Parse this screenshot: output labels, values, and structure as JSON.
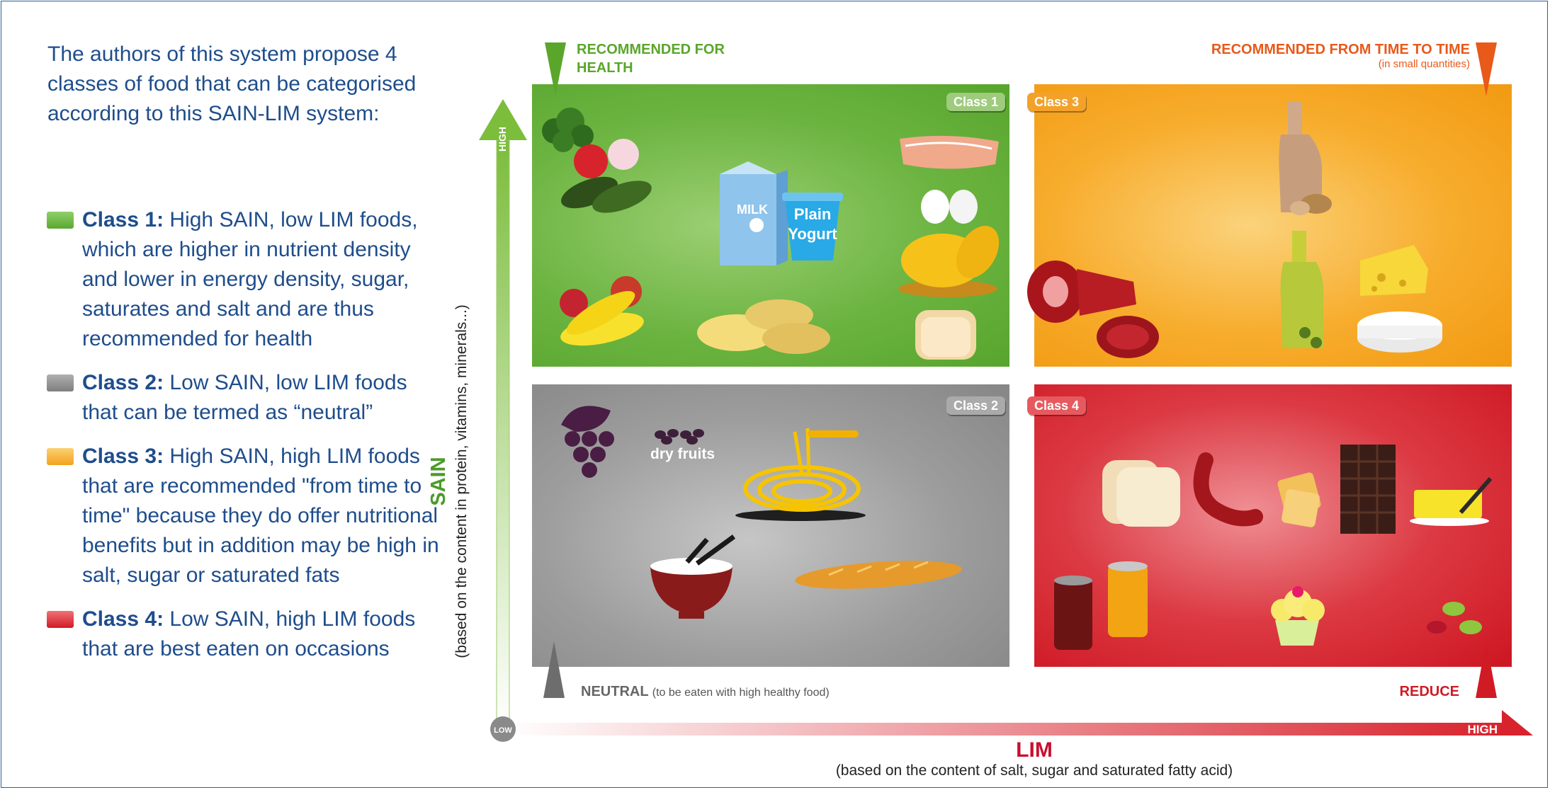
{
  "intro": "The authors of this system propose 4 classes of food that can be categorised according to this SAIN-LIM system:",
  "legend": [
    {
      "name": "Class 1:",
      "text": "High SAIN, low LIM foods, which are higher in nutrient density and lower in energy density, sugar, saturates and salt and are thus recommended for health",
      "color": "#6cb441"
    },
    {
      "name": "Class 2:",
      "text": "Low SAIN, low LIM foods that can be termed as “neutral”",
      "color": "#8c8c8c"
    },
    {
      "name": "Class 3:",
      "text": "High SAIN, high LIM foods that are recommended \"from time to time\" because they do offer nutritional benefits but in addition may be high in salt, sugar or saturated fats",
      "color": "#f5a623"
    },
    {
      "name": "Class 4:",
      "text": "Low SAIN, high LIM foods that are best eaten on occasions",
      "color": "#d8232d"
    }
  ],
  "axes": {
    "y_title": "SAIN",
    "y_sub": "(based on the content in protein, vitamins, minerals...)",
    "y_high": "HIGH",
    "origin": "LOW",
    "x_title": "LIM",
    "x_sub": "(based on the content of salt, sugar and saturated fatty acid)",
    "x_high": "HIGH"
  },
  "corners": {
    "top_left": "RECOMMENDED FOR HEALTH",
    "top_right": "RECOMMENDED FROM TIME TO TIME",
    "top_right_sub": "(in small quantities)",
    "bottom_left": "NEUTRAL",
    "bottom_left_sub": "(to be eaten with high healthy food)",
    "bottom_right": "REDUCE"
  },
  "classes": {
    "class1": "Class 1",
    "class2": "Class 2",
    "class3": "Class 3",
    "class4": "Class 4"
  },
  "food_labels": {
    "milk": "MILK",
    "yogurt_1": "Plain",
    "yogurt_2": "Yogurt",
    "dry_fruits": "dry fruits"
  },
  "colors": {
    "green": "#6cb441",
    "grey": "#8c8c8c",
    "orange": "#f5a623",
    "red": "#d8232d",
    "navy": "#1e4d8c"
  }
}
